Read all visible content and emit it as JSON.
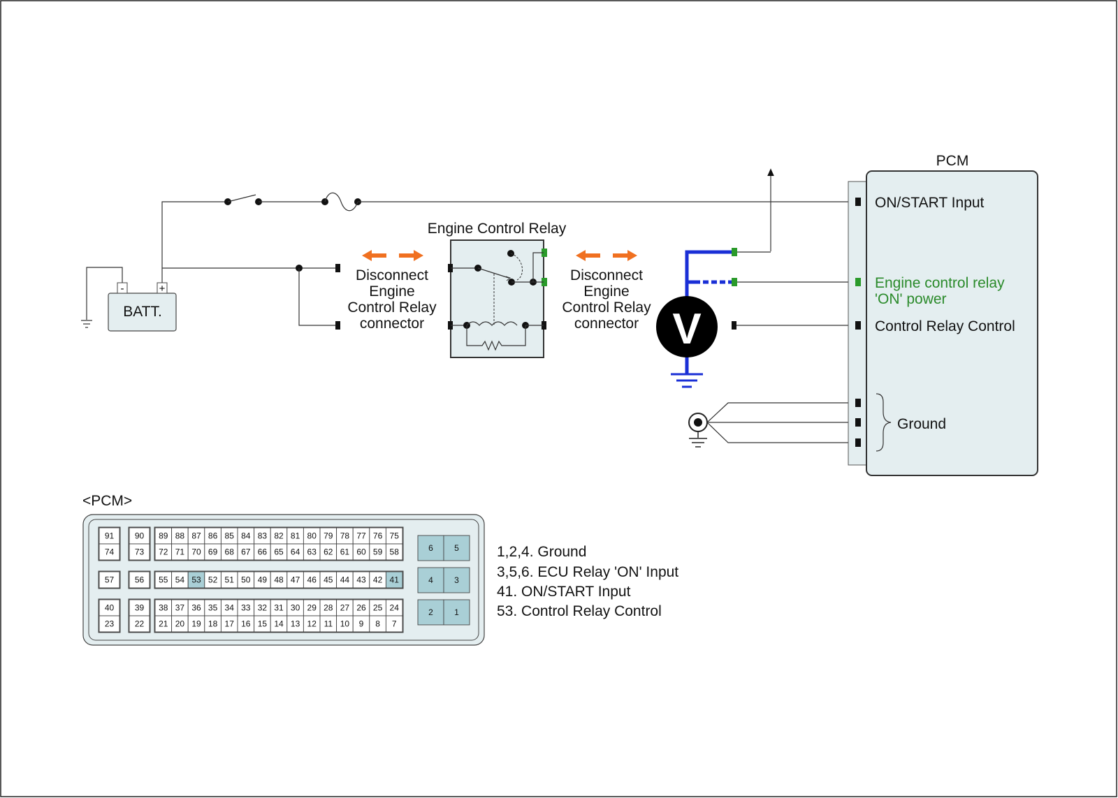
{
  "battery": {
    "label": "BATT.",
    "minus": "-",
    "plus": "+"
  },
  "relay": {
    "title": "Engine Control Relay",
    "disconnect_left": [
      "Disconnect",
      "Engine",
      "Control Relay",
      "connector"
    ],
    "disconnect_right": [
      "Disconnect",
      "Engine",
      "Control Relay",
      "connector"
    ]
  },
  "meter": {
    "symbol": "V"
  },
  "pcm": {
    "title": "PCM",
    "on_start_input": "ON/START Input",
    "relay_on_power_line1": "Engine control relay",
    "relay_on_power_line2": "'ON' power",
    "control_relay_control": "Control Relay Control",
    "ground": "Ground"
  },
  "connector": {
    "title": "<PCM>",
    "rows": {
      "row1_left": [
        "91",
        "90"
      ],
      "row1_main": [
        "89",
        "88",
        "87",
        "86",
        "85",
        "84",
        "83",
        "82",
        "81",
        "80",
        "79",
        "78",
        "77",
        "76",
        "75"
      ],
      "row2_left": [
        "74",
        "73"
      ],
      "row2_main": [
        "72",
        "71",
        "70",
        "69",
        "68",
        "67",
        "66",
        "65",
        "64",
        "63",
        "62",
        "61",
        "60",
        "59",
        "58"
      ],
      "row3_left": [
        "57",
        "56"
      ],
      "row3_main": [
        "55",
        "54",
        "53",
        "52",
        "51",
        "50",
        "49",
        "48",
        "47",
        "46",
        "45",
        "44",
        "43",
        "42",
        "41"
      ],
      "row4_left": [
        "40",
        "39"
      ],
      "row4_main": [
        "38",
        "37",
        "36",
        "35",
        "34",
        "33",
        "32",
        "31",
        "30",
        "29",
        "28",
        "27",
        "26",
        "25",
        "24"
      ],
      "row5_left": [
        "23",
        "22"
      ],
      "row5_main": [
        "21",
        "20",
        "19",
        "18",
        "17",
        "16",
        "15",
        "14",
        "13",
        "12",
        "11",
        "10",
        "9",
        "8",
        "7"
      ],
      "big_pins": [
        [
          "6",
          "5"
        ],
        [
          "4",
          "3"
        ],
        [
          "2",
          "1"
        ]
      ],
      "highlighted": [
        "53",
        "41"
      ]
    }
  },
  "legend": [
    {
      "text": "1,2,4. Ground",
      "color": "#111111"
    },
    {
      "text": "3,5,6. ECU Relay 'ON' Input",
      "color": "#2a8a2a"
    },
    {
      "text": "41. ON/START Input",
      "color": "#111111"
    },
    {
      "text": "53. Control Relay Control",
      "color": "#111111"
    }
  ],
  "colors": {
    "accent_blue": "#1a2fd6",
    "arrow_orange": "#f07020",
    "terminal_green": "#2a9a2a",
    "box_fill": "#e4eef0",
    "pin_highlight": "#a9cfd6"
  }
}
